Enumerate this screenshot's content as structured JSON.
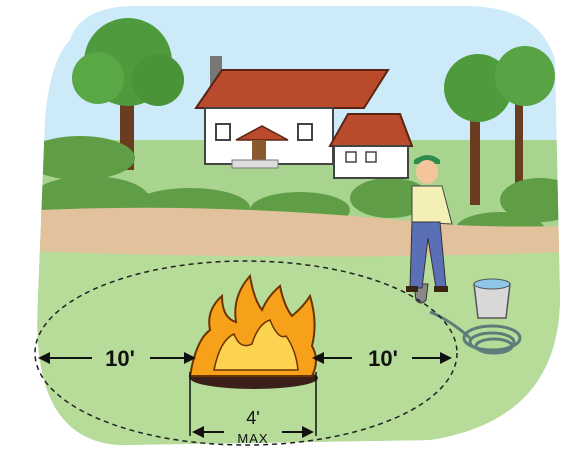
{
  "diagram": {
    "left_distance": "10'",
    "right_distance": "10'",
    "fire_width": "4'",
    "fire_width_qualifier": "MAX"
  },
  "colors": {
    "sky": "#cdeaf8",
    "grass": "#a9d48f",
    "path": "#e2c29c",
    "roof": "#b94a2b",
    "flame": "#f7a11b",
    "shirt": "#f4f0b5",
    "pants": "#5b6fb7",
    "hat": "#2e8b4a"
  },
  "icons": [
    "house-icon",
    "tree-icon",
    "campfire-icon",
    "person-with-shovel-icon",
    "water-bucket-icon",
    "garden-hose-icon"
  ]
}
